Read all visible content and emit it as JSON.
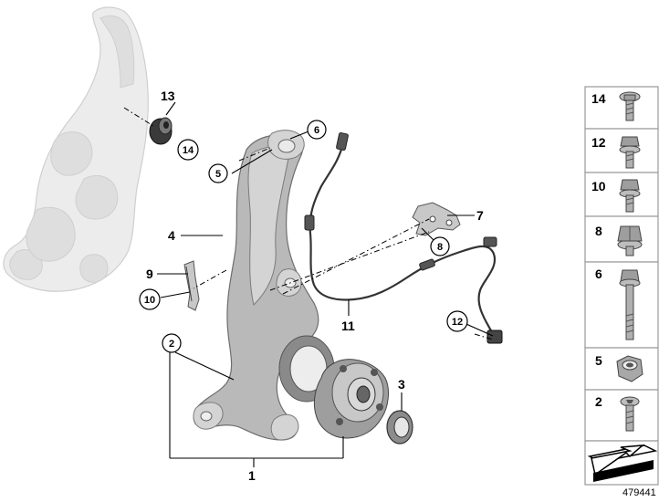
{
  "callouts": {
    "c1": "1",
    "c2": "2",
    "c3": "3",
    "c4": "4",
    "c5": "5",
    "c6": "6",
    "c7": "7",
    "c8": "8",
    "c9": "9",
    "c10": "10",
    "c11": "11",
    "c12": "12",
    "c13": "13",
    "c14": "14"
  },
  "parts_panel": [
    {
      "number": "14",
      "icon": "torx-pan-bolt-icon"
    },
    {
      "number": "12",
      "icon": "hex-flange-bolt-icon"
    },
    {
      "number": "10",
      "icon": "hex-flange-bolt-icon"
    },
    {
      "number": "8",
      "icon": "hex-flange-nut-icon"
    },
    {
      "number": "6",
      "icon": "long-hex-bolt-icon"
    },
    {
      "number": "5",
      "icon": "hex-collar-nut-icon"
    },
    {
      "number": "2",
      "icon": "torx-pan-screw-icon"
    }
  ],
  "document_number": "479441",
  "colors": {
    "line": "#000000",
    "part_gray": "#b9b9b9",
    "ghost_gray": "#ececec",
    "panel_border": "#9a9a9a"
  }
}
